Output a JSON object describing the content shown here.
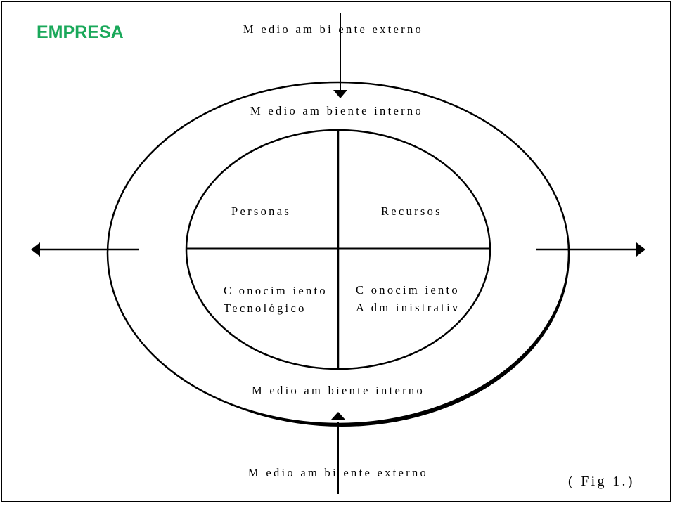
{
  "title": "EMPRESA",
  "colors": {
    "title": "#1aa85a",
    "line": "#000000",
    "background": "#ffffff"
  },
  "external_top": "M edio  am bi ente  externo",
  "internal_top": "M edio   am biente  interno",
  "quadrants": {
    "top_left": "Personas",
    "top_right": "Recursos",
    "bottom_left": [
      "C onocim iento",
      "Tecnológico"
    ],
    "bottom_right": [
      "C onocim iento",
      "A dm inistrativ"
    ]
  },
  "internal_bottom": "M edio  am biente  interno",
  "external_bottom": "M edio  am bi ente  externo",
  "figure_caption": "( Fig  1.)"
}
